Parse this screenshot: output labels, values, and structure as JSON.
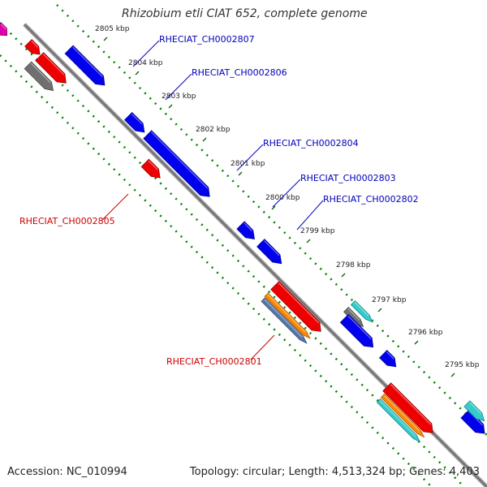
{
  "title": "Rhizobium etli CIAT 652, complete genome",
  "footer": {
    "accession": "Accession: NC_010994",
    "summary": "Topology: circular; Length: 4,513,324 bp; Genes: 4,403"
  },
  "colors": {
    "backbone": "#808080",
    "tick_track": "#008000",
    "forward_label": "#0000bb",
    "reverse_label": "#cc0000",
    "forward_gene": "#0000ee",
    "reverse_gene": "#ee0000",
    "teal": "#33cccc",
    "orange": "#ff8800",
    "steel": "#5577aa",
    "grey": "#707070",
    "magenta": "#dd00aa"
  },
  "ticks": [
    {
      "label": "2805 kbp"
    },
    {
      "label": "2804 kbp"
    },
    {
      "label": "2803 kbp"
    },
    {
      "label": "2802 kbp"
    },
    {
      "label": "2801 kbp"
    },
    {
      "label": "2800 kbp"
    },
    {
      "label": "2799 kbp"
    },
    {
      "label": "2798 kbp"
    },
    {
      "label": "2797 kbp"
    },
    {
      "label": "2796 kbp"
    },
    {
      "label": "2795 kbp"
    }
  ],
  "gene_labels": [
    {
      "text": "RHECIAT_CH0002807",
      "strand": "forward"
    },
    {
      "text": "RHECIAT_CH0002806",
      "strand": "forward"
    },
    {
      "text": "RHECIAT_CH0002804",
      "strand": "forward"
    },
    {
      "text": "RHECIAT_CH0002803",
      "strand": "forward"
    },
    {
      "text": "RHECIAT_CH0002802",
      "strand": "forward"
    },
    {
      "text": "RHECIAT_CH0002805",
      "strand": "reverse"
    },
    {
      "text": "RHECIAT_CH0002801",
      "strand": "reverse"
    }
  ]
}
